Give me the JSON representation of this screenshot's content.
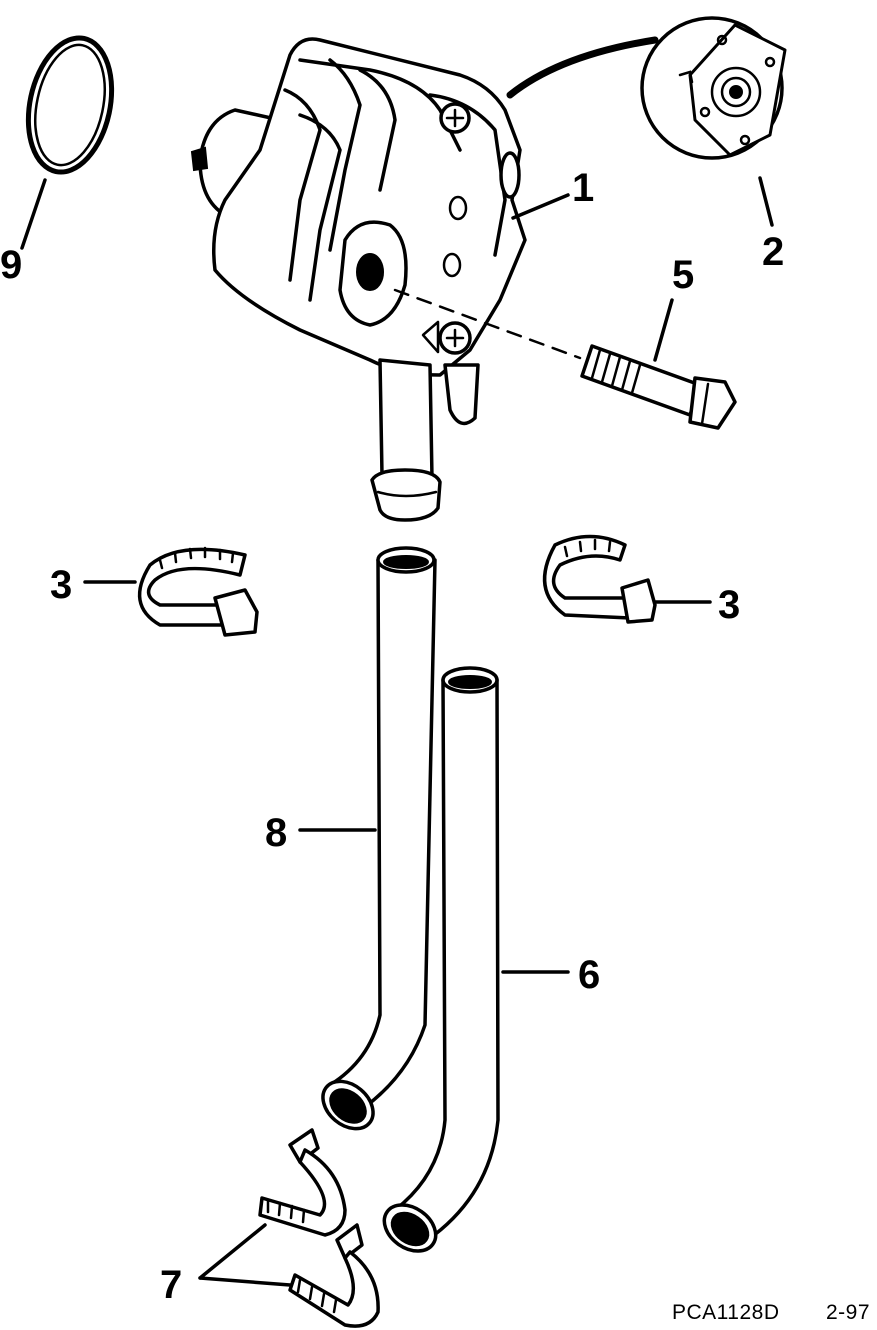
{
  "diagram": {
    "callouts": [
      {
        "id": "1",
        "label": "1"
      },
      {
        "id": "2",
        "label": "2"
      },
      {
        "id": "3a",
        "label": "3"
      },
      {
        "id": "3b",
        "label": "3"
      },
      {
        "id": "5",
        "label": "5"
      },
      {
        "id": "6",
        "label": "6"
      },
      {
        "id": "7",
        "label": "7"
      },
      {
        "id": "8",
        "label": "8"
      },
      {
        "id": "9",
        "label": "9"
      }
    ],
    "parts": [
      {
        "number": "1",
        "icon": "fuel-pump-icon"
      },
      {
        "number": "2",
        "icon": "diaphragm-detail-icon"
      },
      {
        "number": "3",
        "icon": "hose-clamp-icon"
      },
      {
        "number": "5",
        "icon": "bolt-icon"
      },
      {
        "number": "6",
        "icon": "hose-icon"
      },
      {
        "number": "7",
        "icon": "hose-clamp-icon"
      },
      {
        "number": "8",
        "icon": "hose-icon"
      },
      {
        "number": "9",
        "icon": "o-ring-icon"
      }
    ]
  },
  "footer": {
    "figure_code": "PCA1128D",
    "revision": "2-97"
  }
}
